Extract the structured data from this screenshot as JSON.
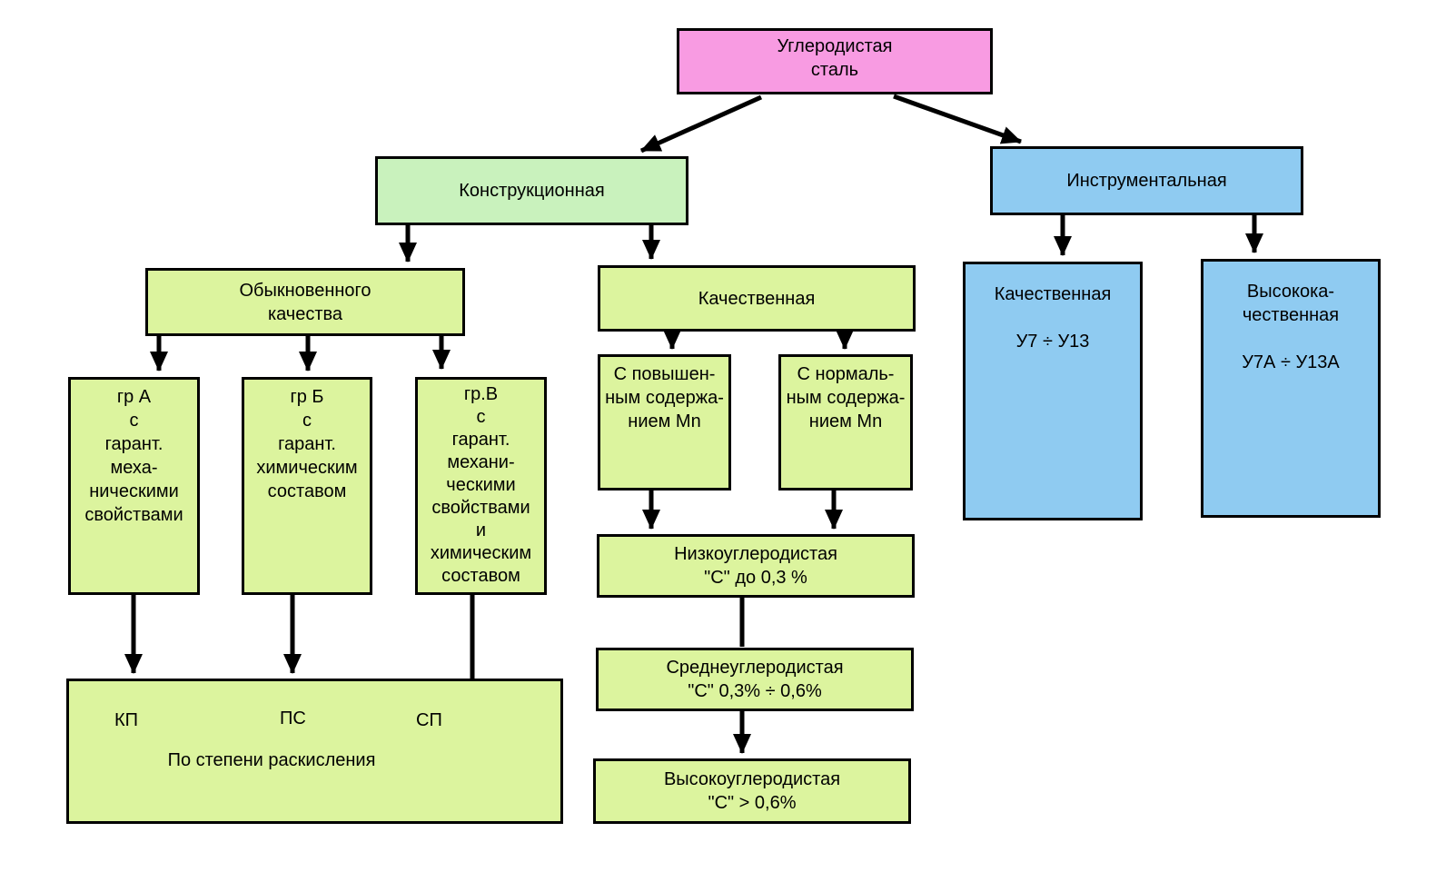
{
  "colors": {
    "root_pink": "#F89BE2",
    "structural_green": "#C9F2BD",
    "quality_green": "#DCF49E",
    "tool_blue": "#8FCBF1",
    "border": "#000000",
    "background": "#FFFFFF"
  },
  "nodes": {
    "root": "Углеродистая\nсталь",
    "structural": "Конструкционная",
    "tool": "Инструментальная",
    "ordinary_quality": "Обыкновенного\nкачества",
    "quality": "Качественная",
    "group_a": "гр А\nс\nгарант.\nмеха-\nническими\nсвойствами",
    "group_b": "гр Б\nс\nгарант.\nхимическим\nсоставом",
    "group_v": "гр.В\nс\nгарант.\nмехани-\nческими\nсвойствами\nи\nхимическим\nсоставом",
    "high_mn": "С повышен-\nным содержа-\nнием Mn",
    "normal_mn": "С нормаль-\nным содержа-\nнием Mn",
    "low_carbon": "Низкоуглеродистая\n\"С\" до 0,3 %",
    "medium_carbon": "Среднеуглеродистая\n\"С\" 0,3% ÷ 0,6%",
    "high_carbon": "Высокоуглеродистая\n\"С\" > 0,6%",
    "tool_quality": "Качественная\n\nУ7 ÷ У13",
    "tool_high_quality": "Высокока-\nчественная\n\nУ7А ÷ У13А",
    "deoxidation": {
      "kp": "КП",
      "ps": "ПС",
      "sp": "СП",
      "caption": "По степени раскисления"
    }
  }
}
